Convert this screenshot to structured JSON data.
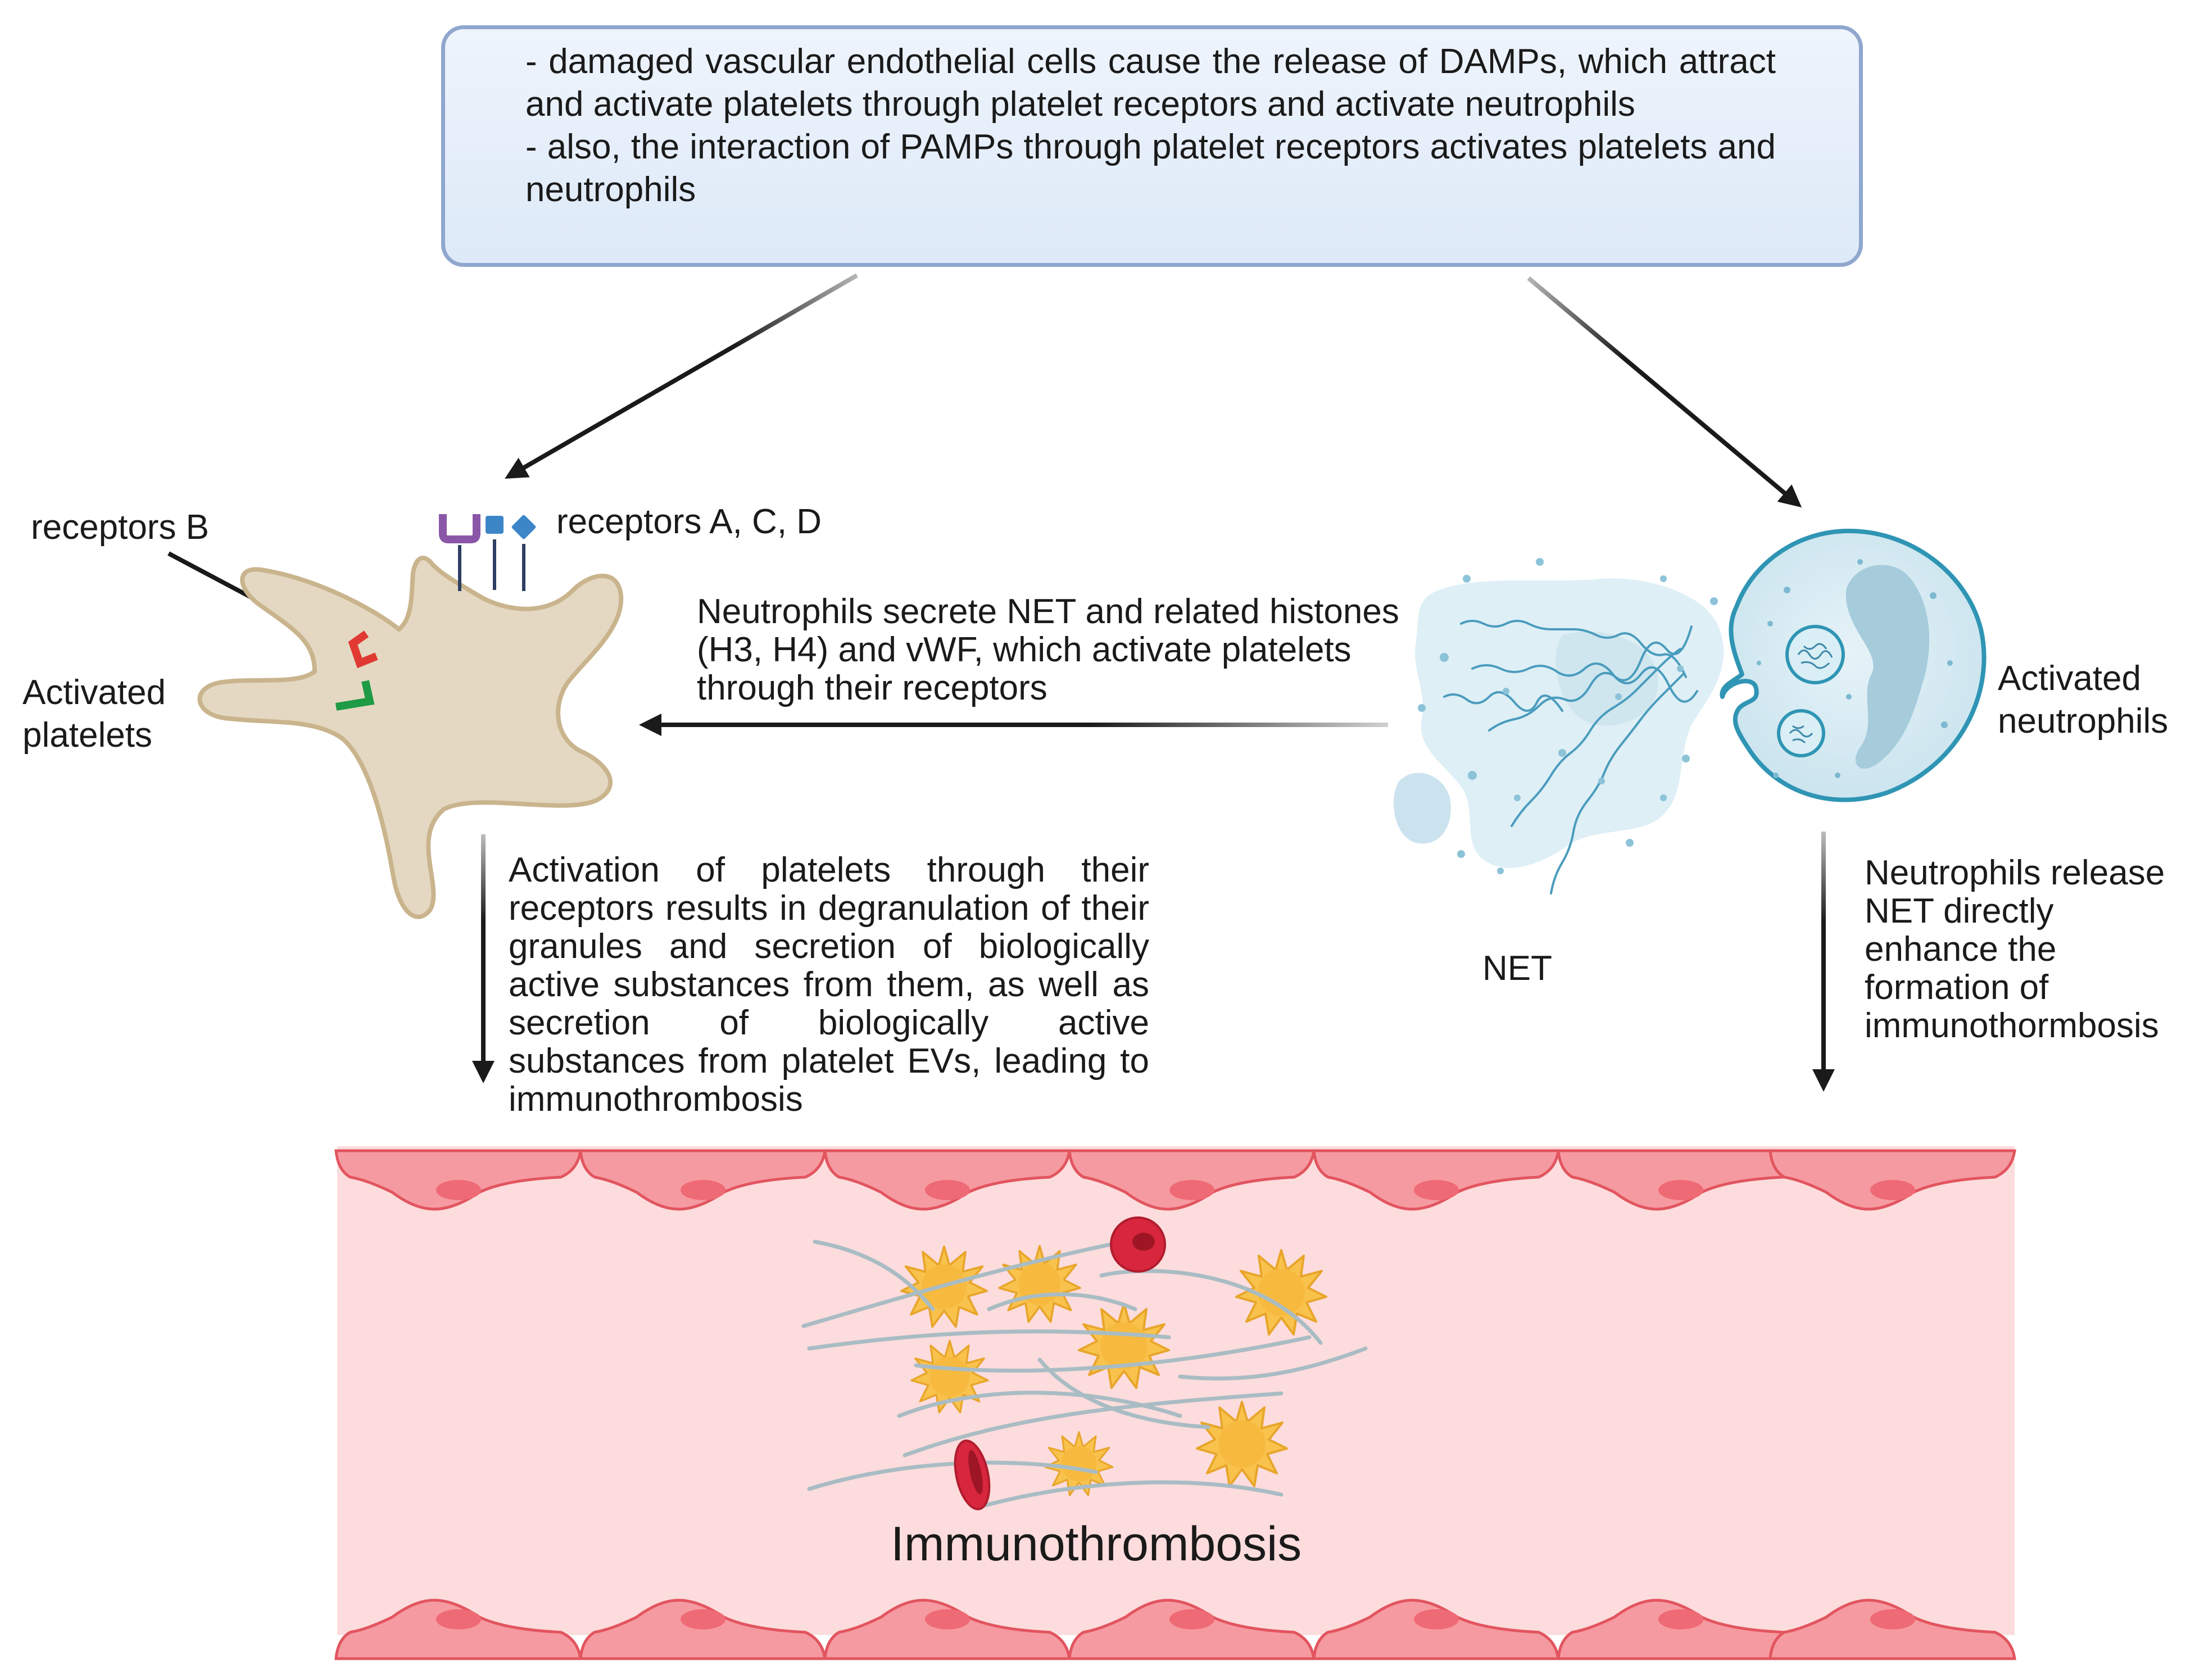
{
  "top_box": {
    "lines": [
      "- damaged vascular endothelial cells cause the release of DAMPs, which attract and activate platelets through platelet receptors and activate neutrophils",
      "-  also, the interaction of PAMPs through platelet receptors activates platelets and neutrophils"
    ]
  },
  "labels": {
    "receptors_b": "receptors B",
    "receptors_acd": "receptors A, C, D",
    "activated_platelets": "Activated platelets",
    "activated_neutrophils": "Activated neutrophils",
    "net": "NET",
    "net_secretion": "Neutrophils secrete NET and related histones (H3, H4) and vWF, which activate platelets through their receptors",
    "platelet_activation": "Activation of platelets through their receptors results in degranulation of their granules and secretion of biologically active substances from them, as well as secretion of biologically active substances from platelet EVs, leading to immunothrombosis",
    "neutrophil_release": "Neutrophils release NET directly enhance the formation of immunothormbosis",
    "immunothrombosis": "Immunothrombosis"
  },
  "colors": {
    "box_border": "#8fa7cf",
    "platelet_fill": "#e4d8c2",
    "platelet_stroke": "#c9b48d",
    "neutrophil_fill": "#d4e9f2",
    "neutrophil_stroke": "#2f95b4",
    "net_fill": "#dceef5",
    "vessel_cell": "#f4868f",
    "vessel_lumen": "#fcdcdc",
    "activated_platelet": "#f7c14f",
    "fibrin": "#a9bcc4",
    "rbc": "#d7263d",
    "receptor_purple": "#8a57a8",
    "receptor_blue": "#3c86c8",
    "receptor_red": "#e03a32",
    "receptor_green": "#1f9a45"
  }
}
